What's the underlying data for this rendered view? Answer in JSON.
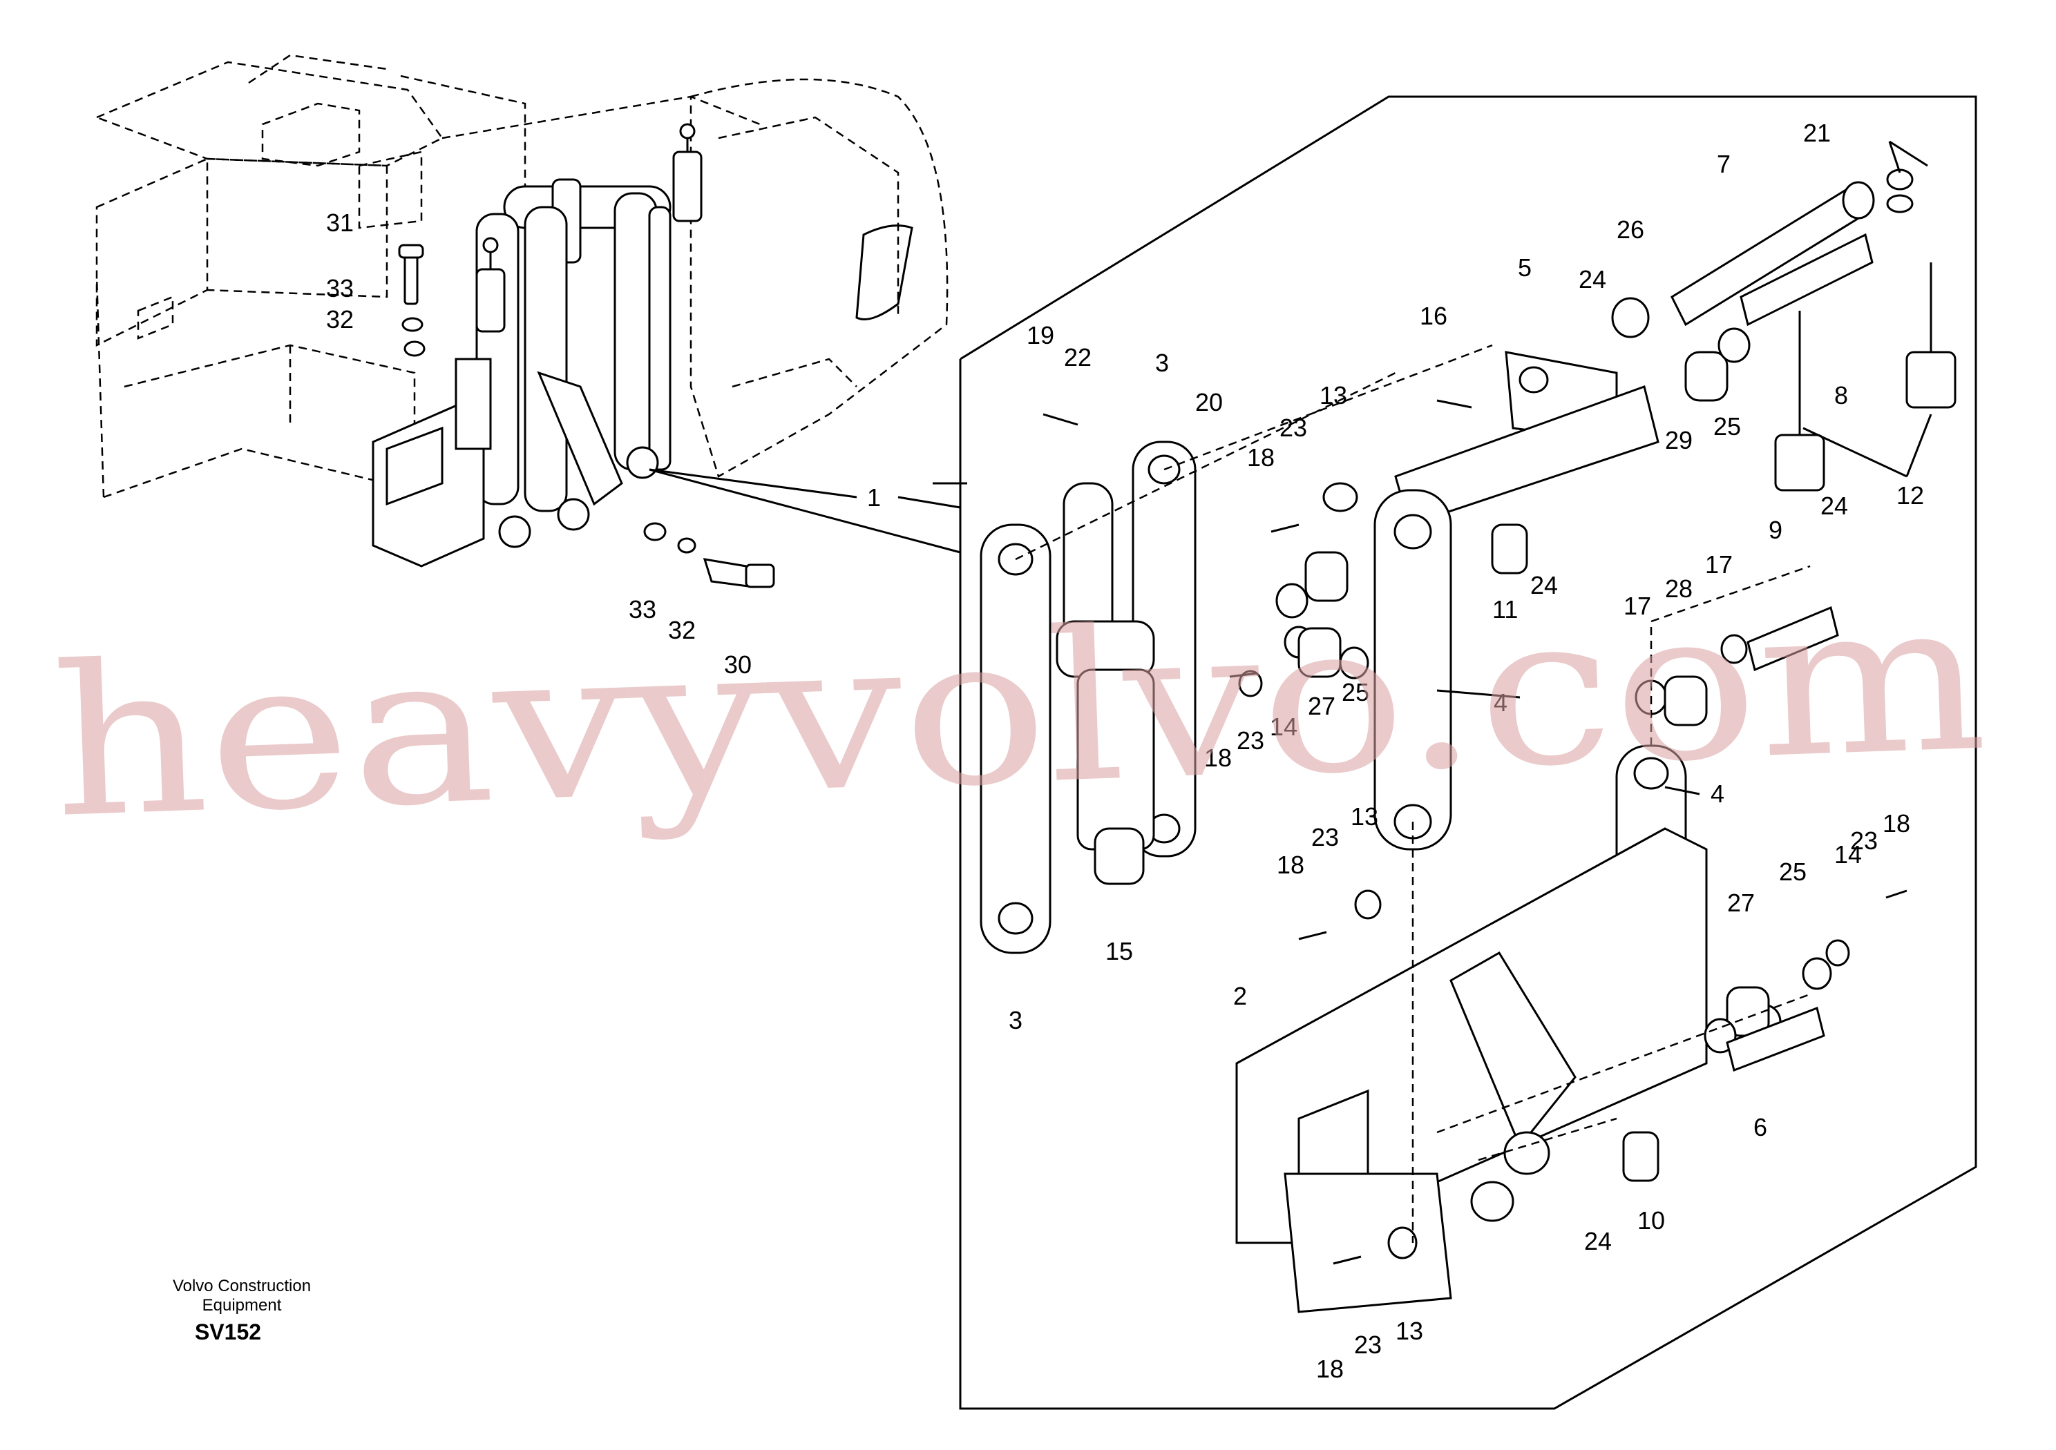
{
  "caption": {
    "company": "Volvo Construction",
    "company_line2": "Equipment",
    "code": "SV152"
  },
  "watermark": "heavyvolvo.com",
  "callouts": {
    "c1": "1",
    "c2": "2",
    "c3a": "3",
    "c3b": "3",
    "c4a": "4",
    "c4b": "4",
    "c5": "5",
    "c6": "6",
    "c7": "7",
    "c8": "8",
    "c9": "9",
    "c10": "10",
    "c11": "11",
    "c12": "12",
    "c13a": "13",
    "c13b": "13",
    "c13c": "13",
    "c14a": "14",
    "c14b": "14",
    "c15": "15",
    "c16": "16",
    "c17a": "17",
    "c17b": "17",
    "c18a": "18",
    "c18b": "18",
    "c18c": "18",
    "c18d": "18",
    "c18e": "18",
    "c19": "19",
    "c20": "20",
    "c21": "21",
    "c22": "22",
    "c23a": "23",
    "c23b": "23",
    "c23c": "23",
    "c23d": "23",
    "c23e": "23",
    "c24a": "24",
    "c24b": "24",
    "c24c": "24",
    "c24d": "24",
    "c25a": "25",
    "c25b": "25",
    "c25c": "25",
    "c26": "26",
    "c27a": "27",
    "c27b": "27",
    "c28": "28",
    "c29": "29",
    "c30": "30",
    "c31": "31",
    "c32a": "32",
    "c32b": "32",
    "c33a": "33",
    "c33b": "33"
  }
}
